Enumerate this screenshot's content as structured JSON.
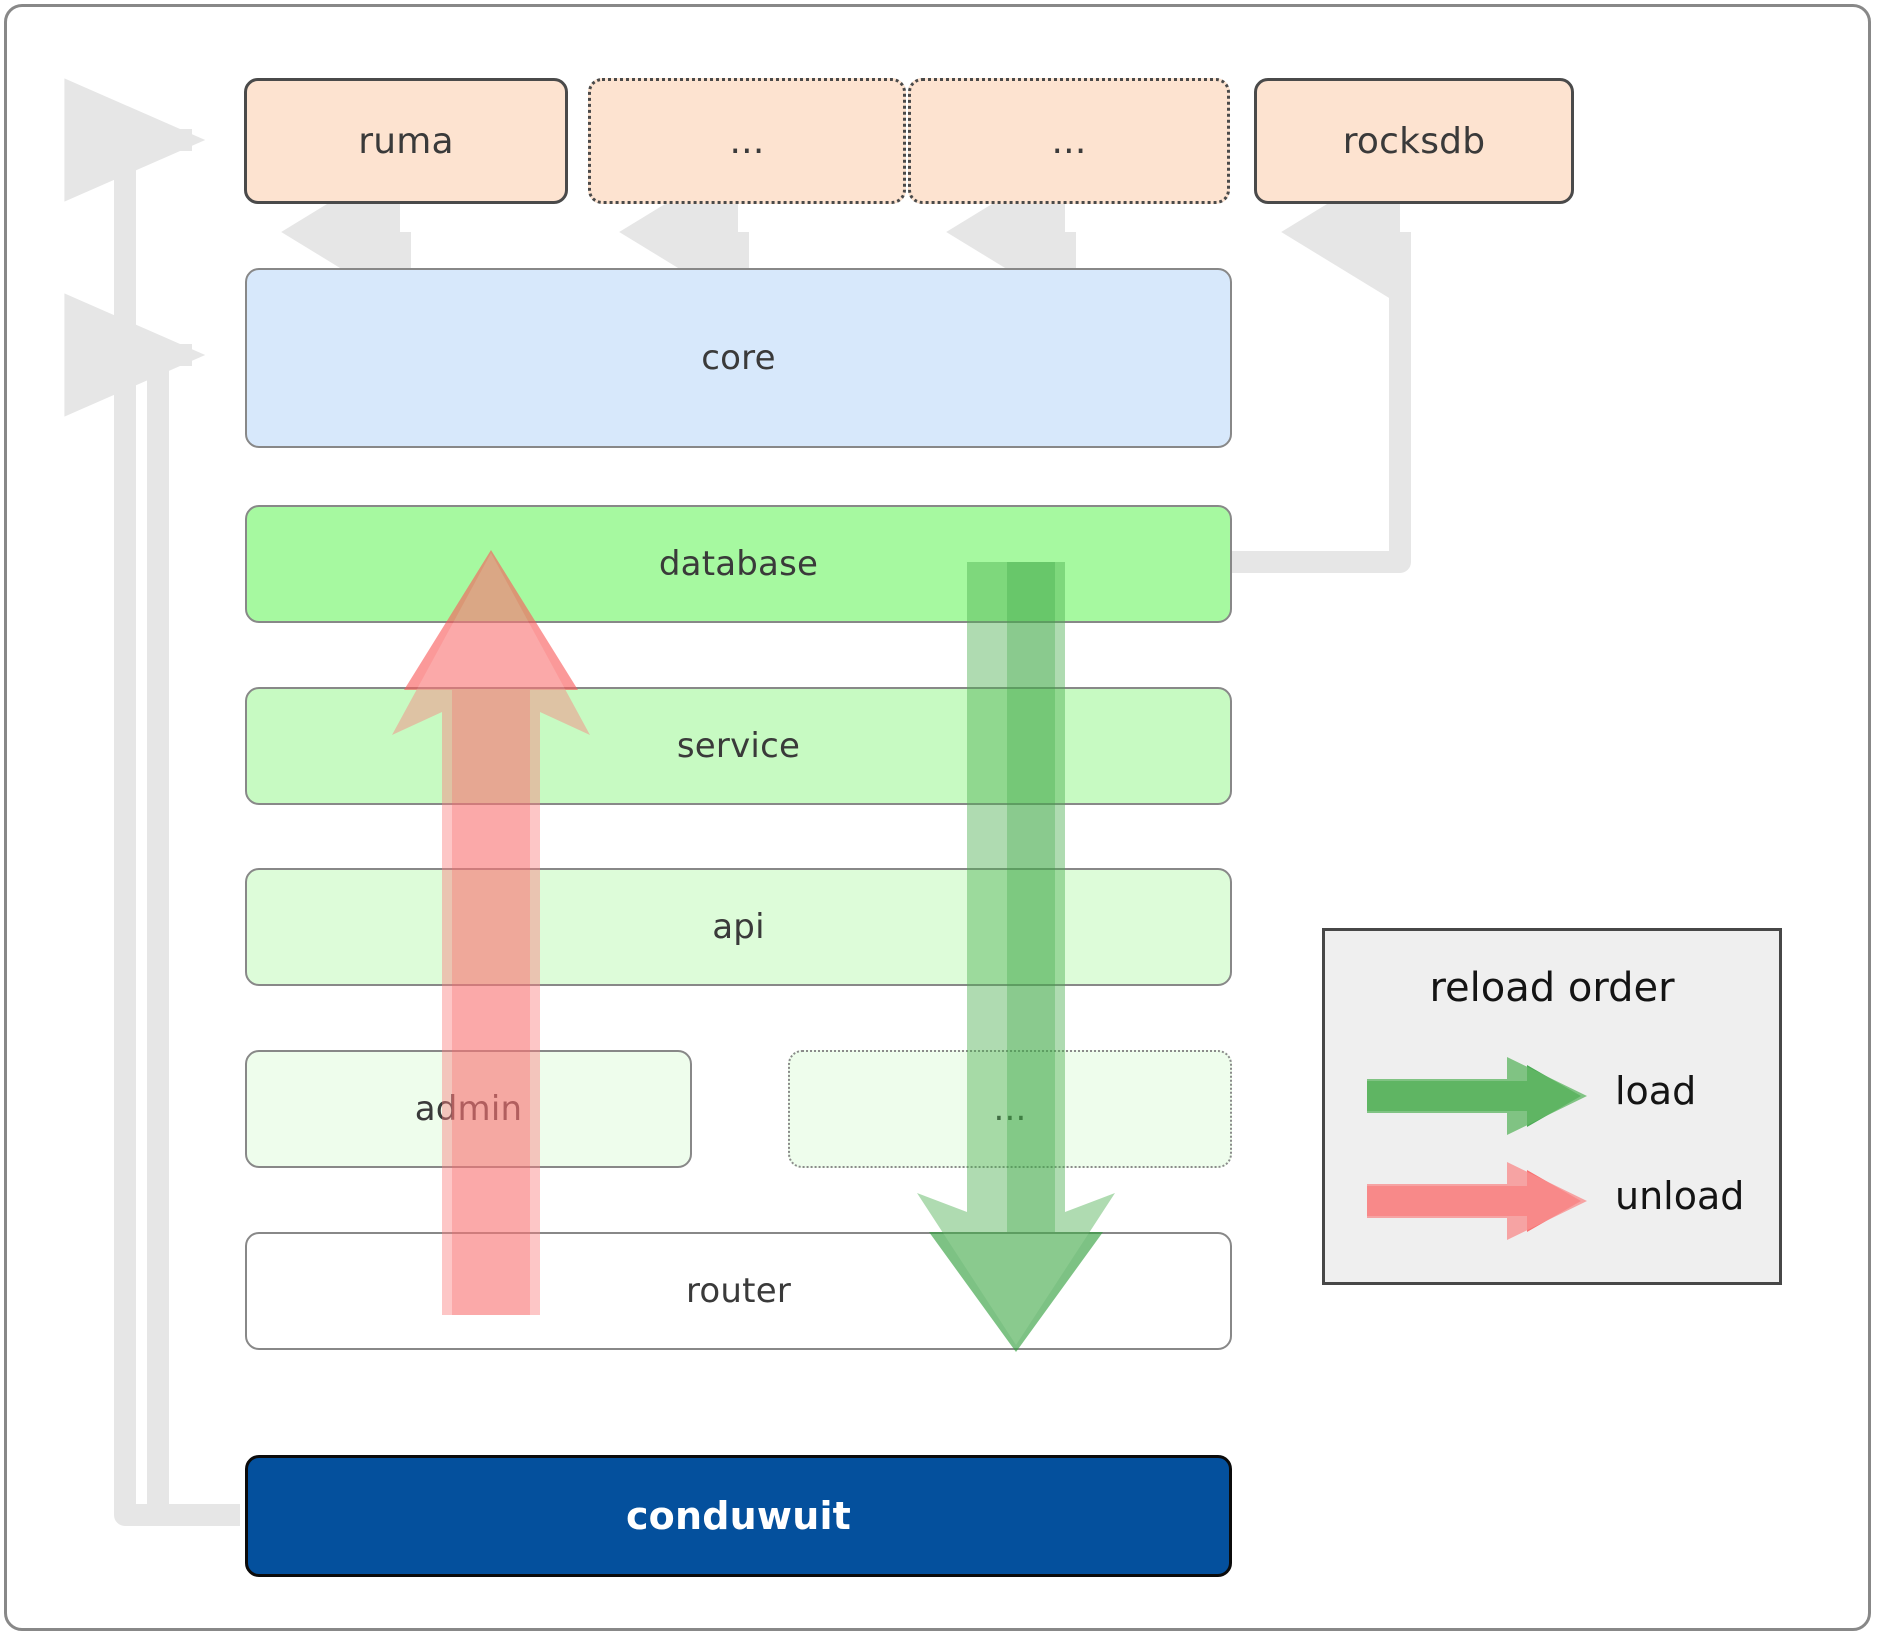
{
  "diagram": {
    "title": "conduwuit crate dependency / reload order diagram",
    "colors": {
      "dependency_fill": "#fde3d0",
      "dependency_stroke": "#4a4a4a",
      "core_fill": "#d7e8fb",
      "database_fill": "#a6f9a0",
      "service_fill": "#c7fac2",
      "api_fill": "#ddfcd9",
      "admin_fill": "#eefdec",
      "router_fill": "#ffffff",
      "app_fill": "#04509d",
      "app_text": "#ffffff",
      "connector": "#e6e6e6",
      "load_arrow": "#4caf50",
      "unload_arrow": "#fa8080",
      "legend_bg": "#efefef",
      "legend_border": "#474747",
      "frame_border": "#888888"
    },
    "dependencies": [
      {
        "id": "ruma",
        "label": "ruma",
        "style": "solid"
      },
      {
        "id": "dots-1",
        "label": "...",
        "style": "dotted"
      },
      {
        "id": "dots-2",
        "label": "...",
        "style": "dotted"
      },
      {
        "id": "rocksdb",
        "label": "rocksdb",
        "style": "solid"
      }
    ],
    "layers": [
      {
        "id": "core",
        "label": "core",
        "style": "solid"
      },
      {
        "id": "database",
        "label": "database",
        "style": "solid"
      },
      {
        "id": "service",
        "label": "service",
        "style": "solid"
      },
      {
        "id": "api",
        "label": "api",
        "style": "solid"
      },
      {
        "id": "admin",
        "label": "admin",
        "style": "solid"
      },
      {
        "id": "dots-3",
        "label": "...",
        "style": "dotted"
      },
      {
        "id": "router",
        "label": "router",
        "style": "solid"
      }
    ],
    "application": {
      "id": "conduwuit",
      "label": "conduwuit"
    },
    "legend": {
      "title": "reload order",
      "items": [
        {
          "id": "load",
          "label": "load",
          "color": "#4caf50"
        },
        {
          "id": "unload",
          "label": "unload",
          "color": "#fa8080"
        }
      ]
    }
  }
}
